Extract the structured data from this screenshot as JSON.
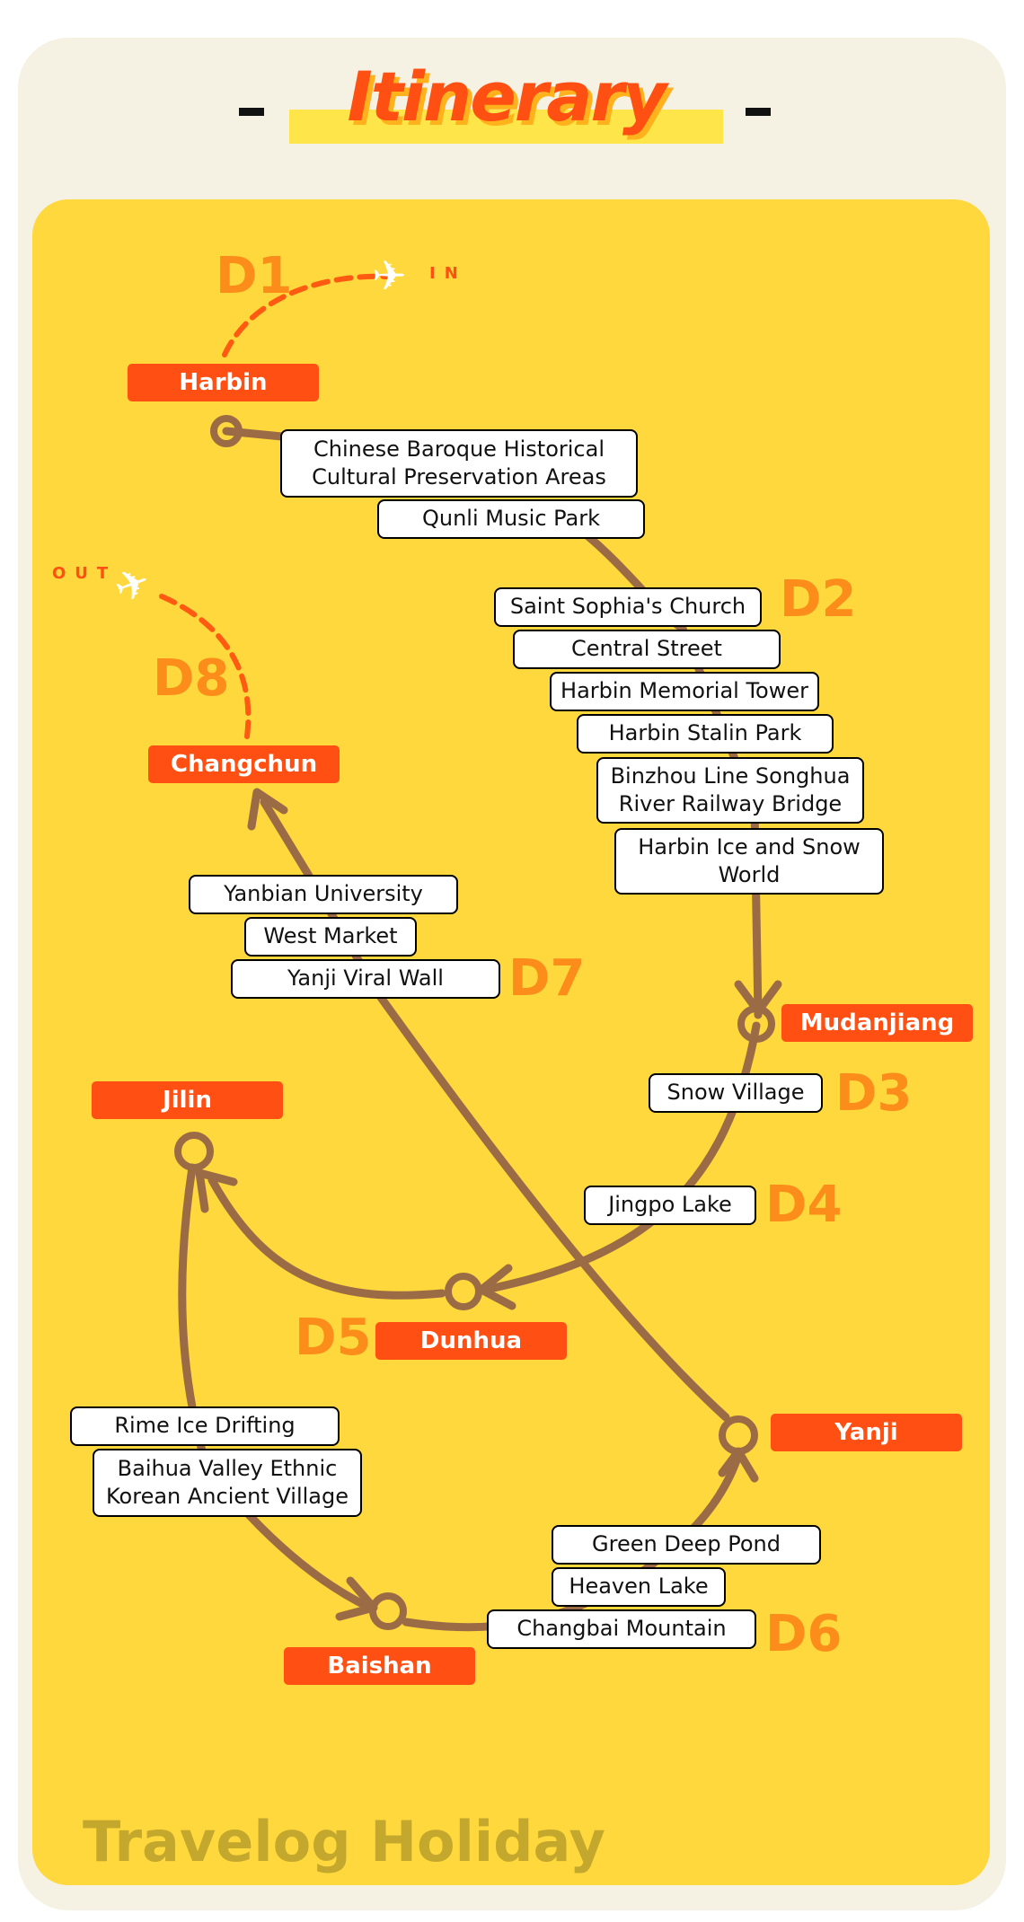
{
  "header": {
    "title": "Itinerary",
    "dash_left": "-",
    "dash_right": "-"
  },
  "labels": {
    "in": "IN",
    "out": "OUT",
    "plane_icon": "airplane-icon"
  },
  "days": {
    "d1": "D1",
    "d2": "D2",
    "d3": "D3",
    "d4": "D4",
    "d5": "D5",
    "d6": "D6",
    "d7": "D7",
    "d8": "D8"
  },
  "cities": {
    "harbin": "Harbin",
    "mudanjiang": "Mudanjiang",
    "dunhua": "Dunhua",
    "jilin": "Jilin",
    "baishan": "Baishan",
    "yanji": "Yanji",
    "changchun": "Changchun"
  },
  "stops": {
    "baroque": "Chinese Baroque Historical Cultural Preservation Areas",
    "qunli": "Qunli Music Park",
    "sophia": "Saint Sophia's Church",
    "central": "Central Street",
    "memorial": "Harbin Memorial Tower",
    "stalin": "Harbin Stalin Park",
    "binzhou": "Binzhou Line Songhua River Railway Bridge",
    "icesnow": "Harbin Ice and Snow World",
    "snowvillage": "Snow Village",
    "jingpo": "Jingpo Lake",
    "rime": "Rime Ice Drifting",
    "baihua": "Baihua Valley Ethnic Korean Ancient Village",
    "greenpond": "Green Deep Pond",
    "heavenlake": "Heaven Lake",
    "changbai": "Changbai Mountain",
    "yanbianu": "Yanbian University",
    "westmarket": "West Market",
    "viralwall": "Yanji Viral Wall"
  },
  "footer": {
    "brand": "Travelog Holiday"
  },
  "colors": {
    "panel": "#fed83c",
    "outer": "#f5f1e3",
    "city_tag": "#ff4f12",
    "day_label": "#fc8d1a",
    "route": "#9b6b46",
    "dashed_flight": "#ff5a12",
    "brand_text": "#c4a82d"
  }
}
